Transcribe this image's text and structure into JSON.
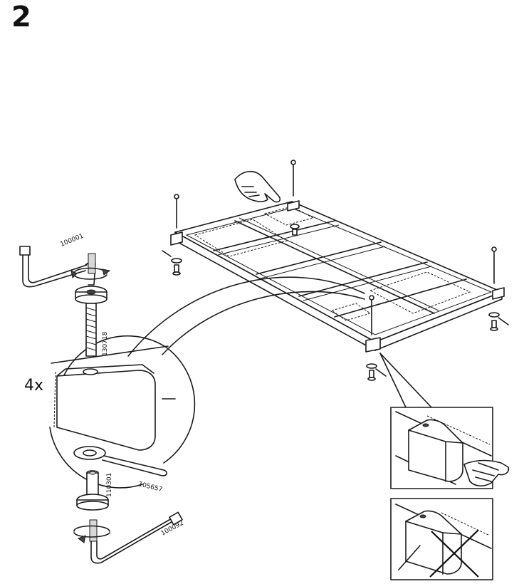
{
  "step": {
    "number": "2"
  },
  "detail": {
    "quantity": "4x"
  },
  "parts": {
    "allen_key_top": "100001",
    "bolt": "130718",
    "washer": "105657",
    "barrel_nut": "110301",
    "allen_key_bottom": "100092"
  }
}
